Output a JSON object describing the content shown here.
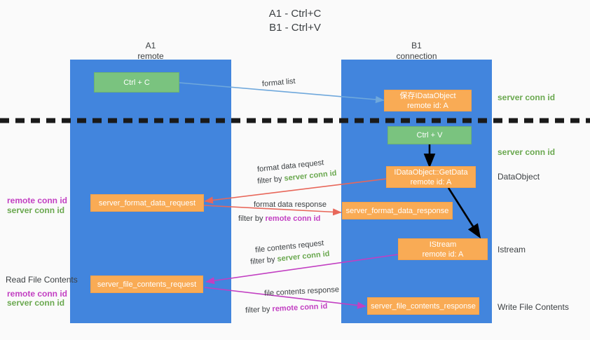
{
  "title": {
    "line1": "A1 - Ctrl+C",
    "line2": "B1 - Ctrl+V"
  },
  "columns": [
    {
      "name": "A1",
      "sub": "remote"
    },
    {
      "name": "B1",
      "sub": "connection"
    }
  ],
  "colors": {
    "lane": "#4285dd",
    "green_box": "#7ac37f",
    "orange_box": "#f9ab55",
    "server_conn": "#6aa84f",
    "remote_conn": "#c23fc2",
    "arrow_blue": "#6fa8dc",
    "arrow_red": "#e8675a",
    "arrow_magenta": "#c23fc2",
    "arrow_black": "#000000",
    "dash": "#1a1a1a"
  },
  "nodes": {
    "ctrl_c": {
      "line1": "Ctrl + C"
    },
    "ctrl_v": {
      "line1": "Ctrl + V"
    },
    "idataobject": {
      "line1": "保存IDataObject",
      "line2": "remote id: A"
    },
    "getdata": {
      "line1": "IDataObject::GetData",
      "line2": "remote id: A"
    },
    "istream": {
      "line1": "IStream",
      "line2": "remote id: A"
    },
    "fmt_req": {
      "line1": "server_format_data_request"
    },
    "fmt_resp": {
      "line1": "server_format_data_response"
    },
    "file_req": {
      "line1": "server_file_contents_request"
    },
    "file_resp": {
      "line1": "server_file_contents_response"
    }
  },
  "right_labels": {
    "server_conn_top": "server conn id",
    "server_conn_mid": "server conn id",
    "dataobject": "DataObject",
    "istream": "Istream",
    "write_file_contents": "Write File Contents"
  },
  "left_labels": {
    "remote_conn_1": "remote conn id",
    "server_conn_1": "server conn id",
    "read_file_contents": "Read File Contents",
    "remote_conn_2": "remote conn id",
    "server_conn_2": "server conn id"
  },
  "edges": {
    "format_list": {
      "label": "format list"
    },
    "format_data_request": {
      "label": "format data request",
      "filter_prefix": "filter by ",
      "filter_value": "server conn id"
    },
    "format_data_response": {
      "label": "format data response",
      "filter_prefix": "filter by ",
      "filter_value": "remote conn id"
    },
    "file_contents_request": {
      "label": "file contents request",
      "filter_prefix": "filter by ",
      "filter_value": "server conn id"
    },
    "file_contents_response": {
      "label": "file contents response",
      "filter_prefix": "filter by ",
      "filter_value": "remote conn id"
    }
  }
}
